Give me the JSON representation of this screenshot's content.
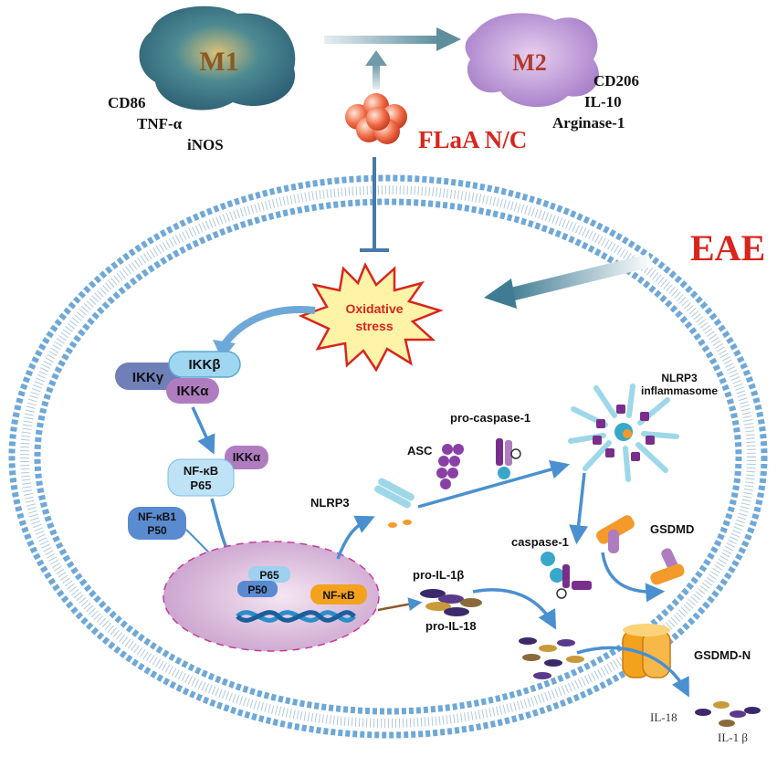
{
  "cells": {
    "m1": {
      "label": "M1",
      "markers": [
        "CD86",
        "TNF-α",
        "iNOS"
      ]
    },
    "m2": {
      "label": "M2",
      "markers": [
        "CD206",
        "IL-10",
        "Arginase-1"
      ]
    }
  },
  "treatment": {
    "label": "FLaA N/C"
  },
  "disease": {
    "label": "EAE"
  },
  "stress": {
    "line1": "Oxidative",
    "line2": "stress"
  },
  "ikk": {
    "gamma": "IKKγ",
    "beta": "IKKβ",
    "alpha": "IKKα"
  },
  "nfkb": {
    "alpha": "IKKα",
    "line1": "NF-κB",
    "line2": "P65"
  },
  "nfkb1": {
    "line1": "NF-κB1",
    "line2": "P50"
  },
  "nucleus": {
    "p65": "P65",
    "p50": "P50",
    "nfkb": "NF-κB"
  },
  "inflammasome": {
    "nlrp3": "NLRP3",
    "asc": "ASC",
    "pro_caspase": "pro-caspase-1",
    "complex_line1": "NLRP3",
    "complex_line2": "inflammasome",
    "caspase": "caspase-1",
    "gsdmd": "GSDMD",
    "gsdmd_n": "GSDMD-N"
  },
  "cytokines": {
    "pro_il1b": "pro-IL-1β",
    "pro_il18": "pro-IL-18",
    "il18": "IL-18",
    "il1b": "IL-1 β"
  },
  "colors": {
    "membrane": "#6ea8d8",
    "arrow": "#4a90d0",
    "title_red": "#d8261c",
    "m1": "#3f7a8e",
    "m2": "#b48fd0",
    "nucleus": "#d9b4d6",
    "star": "#fff3a8"
  }
}
